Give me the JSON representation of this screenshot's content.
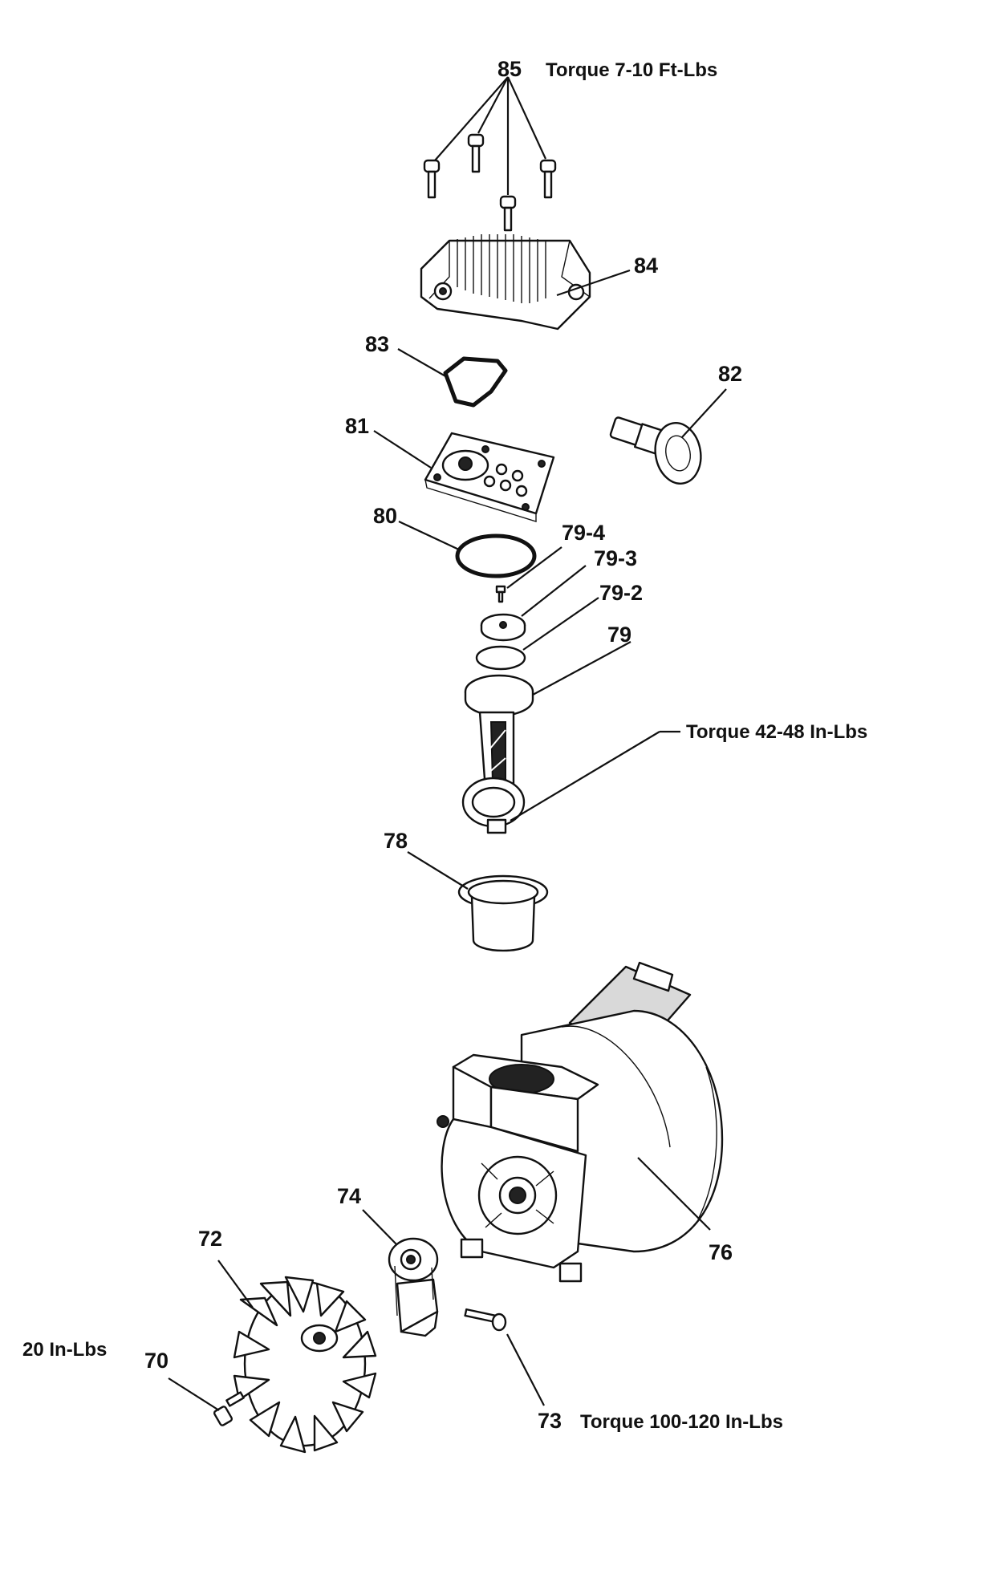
{
  "callouts": {
    "p85": "85",
    "p84": "84",
    "p83": "83",
    "p82": "82",
    "p81": "81",
    "p80": "80",
    "p79_4": "79-4",
    "p79_3": "79-3",
    "p79_2": "79-2",
    "p79": "79",
    "p78": "78",
    "p76": "76",
    "p74": "74",
    "p73": "73",
    "p72": "72",
    "p70": "70"
  },
  "torque_notes": {
    "head_bolts": "Torque 7-10 Ft-Lbs",
    "connecting_rod": "Torque 42-48 In-Lbs",
    "eccentric_bolt": "Torque 100-120 In-Lbs",
    "fan_bolt": "20 In-Lbs"
  }
}
